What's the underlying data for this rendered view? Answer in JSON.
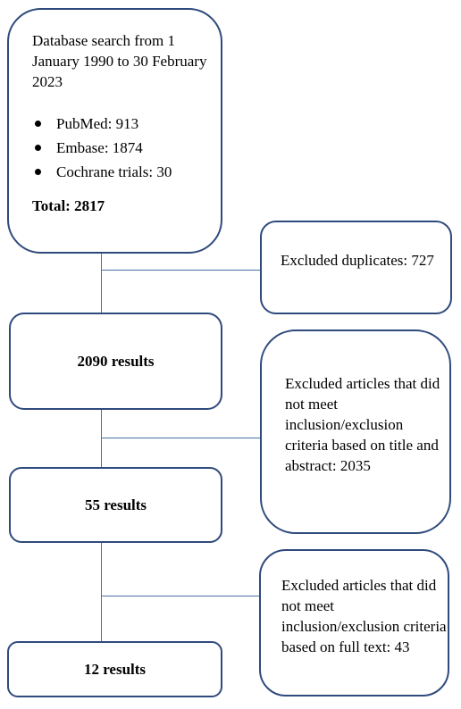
{
  "search_box": {
    "title": "Database search from 1 January 1990 to 30 February 2023",
    "sources": [
      "PubMed: 913",
      "Embase: 1874",
      "Cochrane trials: 30"
    ],
    "total": "Total: 2817"
  },
  "stages": {
    "after_duplicates": "2090 results",
    "after_title_abstract": "55 results",
    "after_full_text": "12 results"
  },
  "exclusions": {
    "duplicates": "Excluded duplicates: 727",
    "title_abstract": "Excluded articles that did not meet inclusion/exclusion criteria based on title and abstract: 2035",
    "full_text": "Excluded articles that did not meet inclusion/exclusion criteria based on full text: 43"
  },
  "colors": {
    "box_border": "#2f4a7c",
    "connector": "#4a6fa8"
  }
}
